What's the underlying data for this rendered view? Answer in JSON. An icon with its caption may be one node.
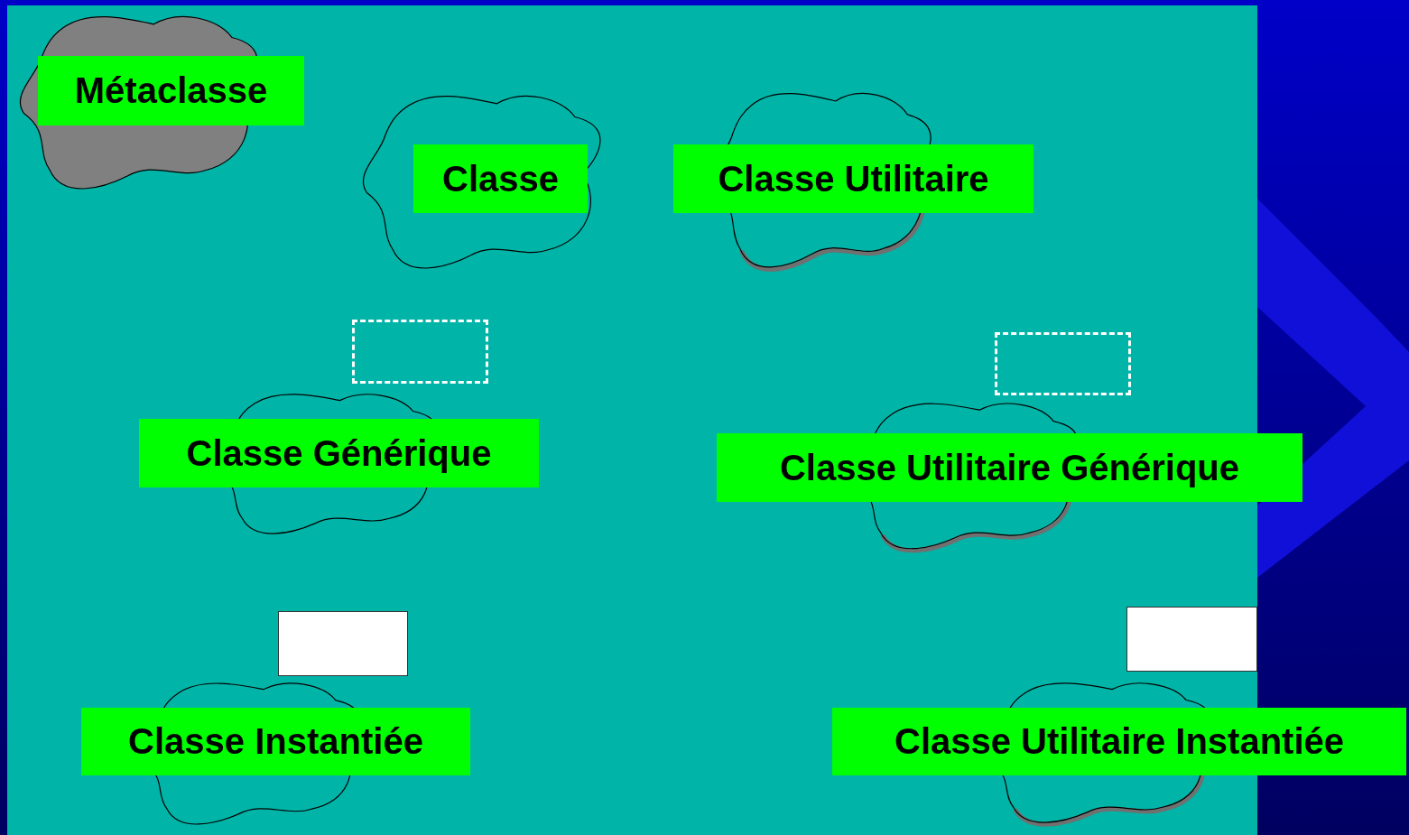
{
  "diagram": {
    "nodes": [
      {
        "text": [
          "Métaclasse"
        ]
      },
      {
        "text": [
          "Classe"
        ]
      },
      {
        "text": [
          "Classe Utilitaire"
        ]
      },
      {
        "text": [
          "Classe Générique"
        ]
      },
      {
        "text": [],
        "shape": "box"
      },
      {
        "text": [
          "Classe Utilitaire Générique"
        ]
      },
      {
        "text": [],
        "shape": "box"
      },
      {
        "text": [
          "Classe Instantiée"
        ]
      },
      {
        "text": [],
        "shape": "box"
      },
      {
        "text": [
          "Classe Utilitaire Instantiée"
        ]
      },
      {
        "text": [],
        "shape": "box"
      }
    ],
    "edges": []
  }
}
